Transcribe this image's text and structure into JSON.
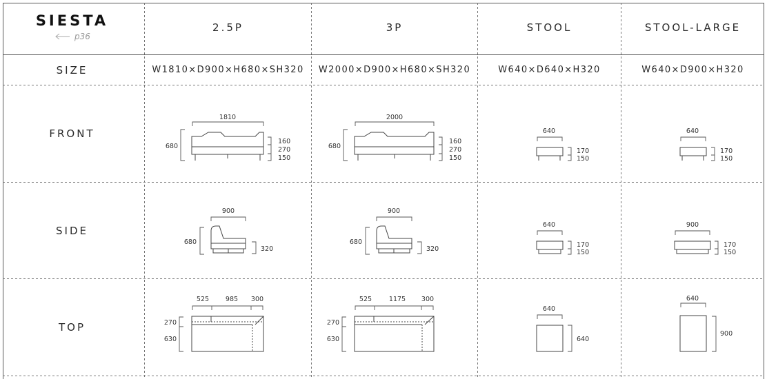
{
  "header": {
    "brand": "SIESTA",
    "page_ref": "p36",
    "columns": [
      "2.5P",
      "3P",
      "STOOL",
      "STOOL-LARGE"
    ]
  },
  "size_row": {
    "label": "SIZE",
    "values": [
      "W1810×D900×H680×SH320",
      "W2000×D900×H680×SH320",
      "W640×D640×H320",
      "W640×D900×H320"
    ]
  },
  "rows": [
    "FRONT",
    "SIDE",
    "TOP"
  ],
  "front": {
    "p25": {
      "width": "1810",
      "height": "680",
      "stack": [
        "160",
        "270",
        "150"
      ]
    },
    "p3": {
      "width": "2000",
      "height": "680",
      "stack": [
        "160",
        "270",
        "150"
      ]
    },
    "stool": {
      "width": "640",
      "stack": [
        "170",
        "150"
      ]
    },
    "stool_large": {
      "width": "640",
      "stack": [
        "170",
        "150"
      ]
    }
  },
  "side": {
    "p25": {
      "depth": "900",
      "height": "680",
      "seat": "320"
    },
    "p3": {
      "depth": "900",
      "height": "680",
      "seat": "320"
    },
    "stool": {
      "depth": "640",
      "stack": [
        "170",
        "150"
      ]
    },
    "stool_large": {
      "depth": "900",
      "stack": [
        "170",
        "150"
      ]
    }
  },
  "top": {
    "p25": {
      "widths": [
        "525",
        "985",
        "300"
      ],
      "depths": [
        "270",
        "630"
      ]
    },
    "p3": {
      "widths": [
        "525",
        "1175",
        "300"
      ],
      "depths": [
        "270",
        "630"
      ]
    },
    "stool": {
      "width": "640",
      "depth": "640"
    },
    "stool_large": {
      "width": "640",
      "depth": "900"
    }
  }
}
